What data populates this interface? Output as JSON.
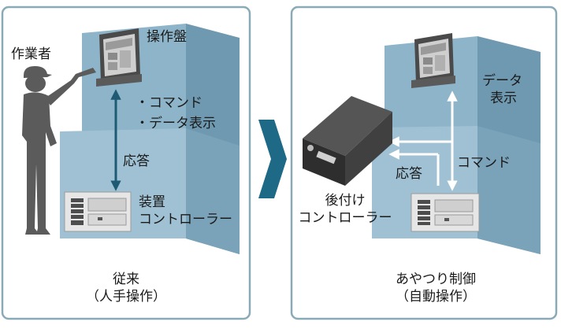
{
  "left_panel": {
    "worker_label": "作業者",
    "panel_label": "操作盤",
    "items": [
      "・コマンド",
      "・データ表示"
    ],
    "response_label": "応答",
    "controller_label": [
      "装置",
      "コントローラー"
    ],
    "caption_main": "従来",
    "caption_sub": "（人手操作）"
  },
  "right_panel": {
    "data_label": [
      "データ",
      "表示"
    ],
    "command_label": "コマンド",
    "response_label": "応答",
    "controller_label": [
      "後付け",
      "コントローラー"
    ],
    "caption_main": "あやつり制御",
    "caption_sub": "（自動操作）"
  },
  "colors": {
    "panel_border": "#8aaab8",
    "wall_dark": "#6f99b0",
    "wall_light": "#8db4c8",
    "arrow": "#1e5a73",
    "line_white": "#ffffff"
  }
}
